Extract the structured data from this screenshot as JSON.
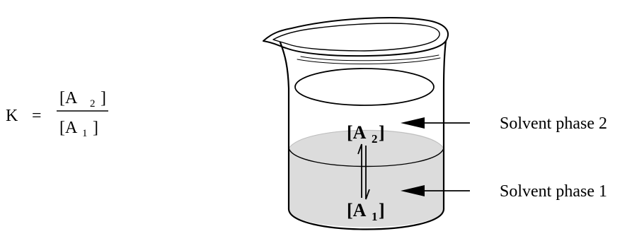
{
  "equation": {
    "lhs": "K",
    "equals": "=",
    "numerator": {
      "open": "[A",
      "subscript": "2",
      "close": "]"
    },
    "denominator": {
      "open": "[A",
      "subscript": "1",
      "close": "]"
    }
  },
  "beaker": {
    "upper_concentration": {
      "open": "[A",
      "subscript": "2",
      "close": "]"
    },
    "lower_concentration": {
      "open": "[A",
      "subscript": "1",
      "close": "]"
    }
  },
  "labels": {
    "phase_2": "Solvent phase 2",
    "phase_1": "Solvent phase 1"
  },
  "colors": {
    "lower_phase_fill": "#dcdcdc",
    "outline": "#000000",
    "background": "#ffffff"
  }
}
